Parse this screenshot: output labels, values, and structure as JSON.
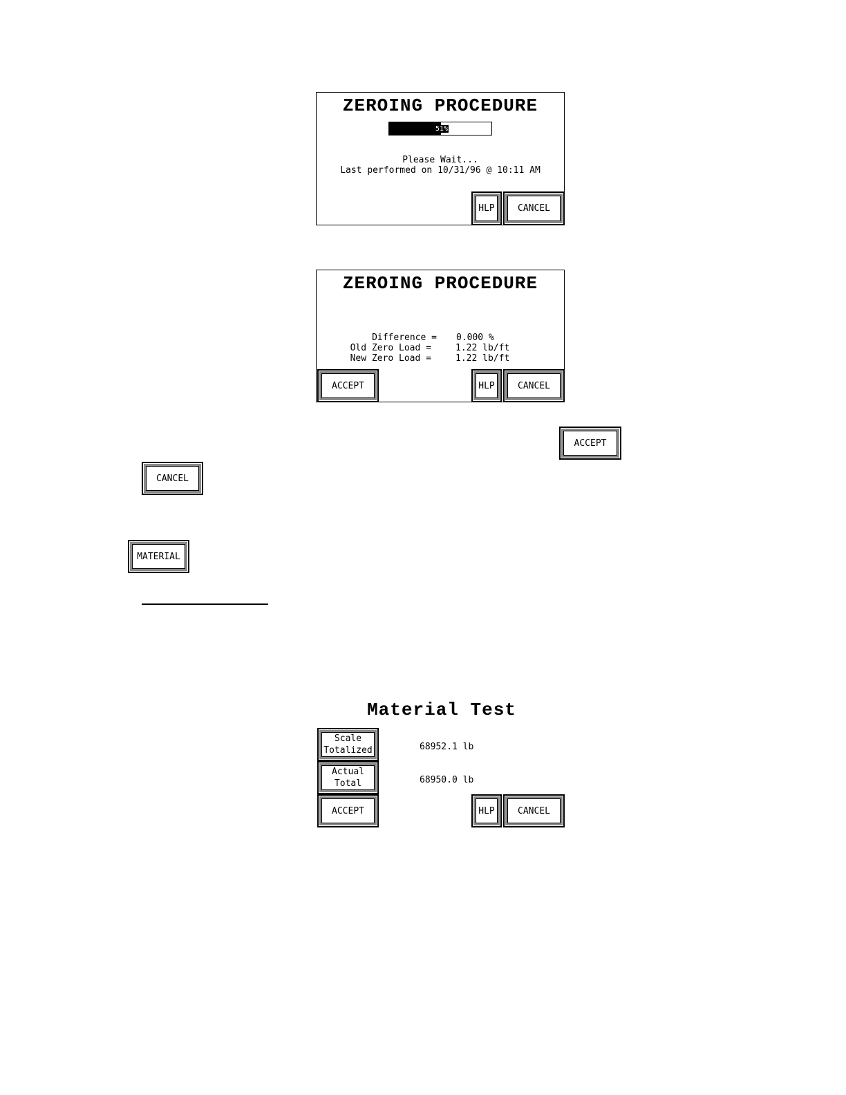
{
  "zeroing_progress": {
    "title": "ZEROING PROCEDURE",
    "progress_fraction": 0.51,
    "progress_label": "51%",
    "status_text": "Please Wait...",
    "last_performed": "Last performed on 10/31/96 @ 10:11 AM",
    "help_label": "HLP",
    "cancel_label": "CANCEL"
  },
  "zeroing_result": {
    "title": "ZEROING PROCEDURE",
    "rows": [
      {
        "label": "Difference =",
        "value": "0.000 %"
      },
      {
        "label": "Old Zero Load =",
        "value": "1.22 lb/ft"
      },
      {
        "label": "New Zero Load =",
        "value": "1.22 lb/ft"
      }
    ],
    "accept_label": "ACCEPT",
    "help_label": "HLP",
    "cancel_label": "CANCEL"
  },
  "standalone_buttons": {
    "accept_label": "ACCEPT",
    "cancel_label": "CANCEL",
    "material_label": "MATERIAL"
  },
  "material_test": {
    "title": "Material Test",
    "scale_totalized_label_line1": "Scale",
    "scale_totalized_label_line2": "Totalized",
    "scale_totalized_value": "68952.1 lb",
    "actual_total_label_line1": "Actual",
    "actual_total_label_line2": "Total",
    "actual_total_value": "68950.0 lb",
    "accept_label": "ACCEPT",
    "help_label": "HLP",
    "cancel_label": "CANCEL"
  }
}
